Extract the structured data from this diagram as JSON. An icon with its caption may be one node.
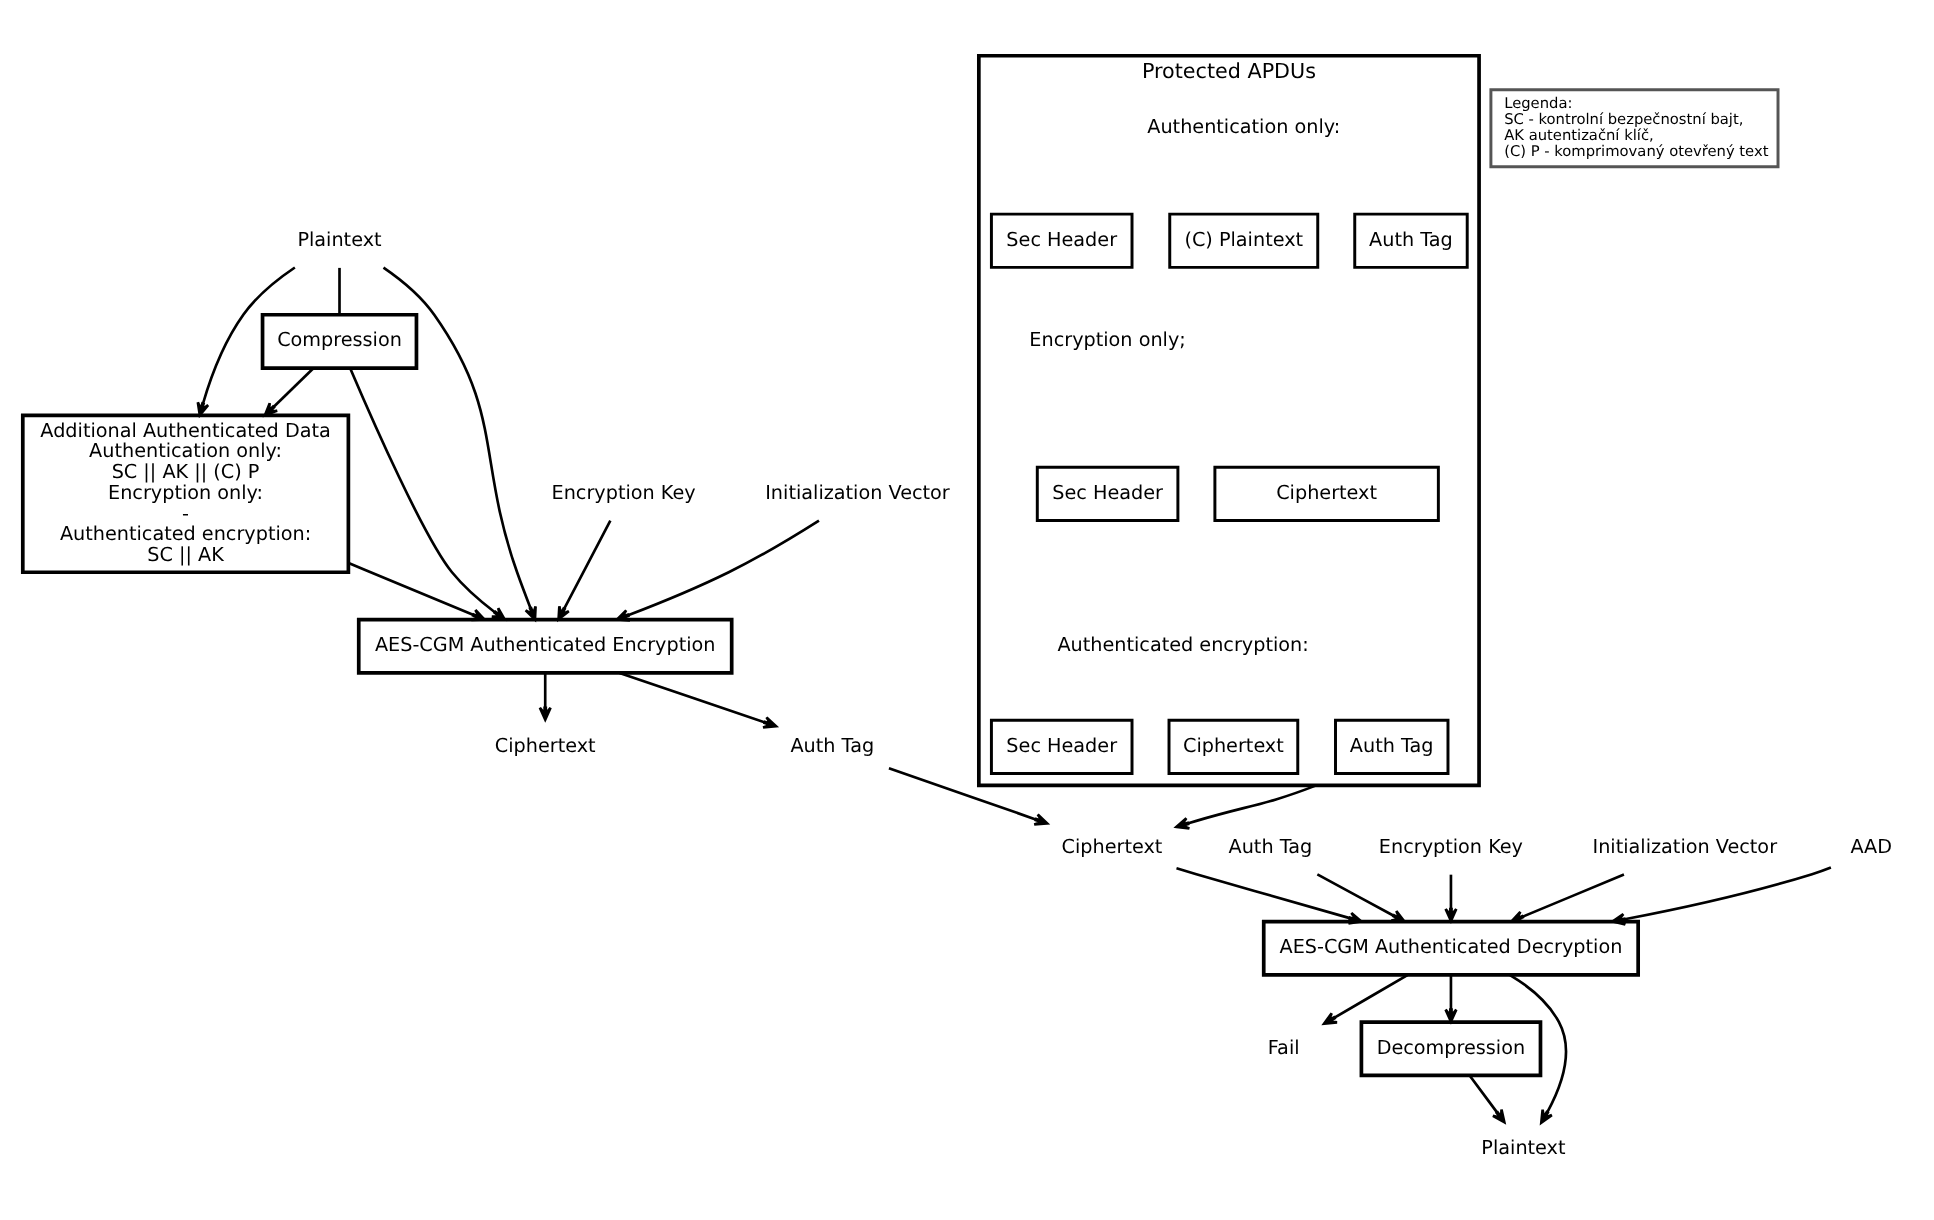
{
  "diagram": {
    "nodes": [
      {
        "text": [
          "Plaintext"
        ]
      },
      {
        "text": [
          "Compression"
        ]
      },
      {
        "text": [
          "Additional Authenticated Data",
          "Authentication only:",
          "SC || AK || (C) P",
          "Encryption only:",
          "-",
          "Authenticated encryption:",
          "SC || AK"
        ]
      },
      {
        "text": [
          "AES-CGM Authenticated Encryption"
        ]
      },
      {
        "text": [
          "Encryption Key"
        ]
      },
      {
        "text": [
          "Initialization Vector"
        ]
      },
      {
        "text": [
          "Ciphertext"
        ]
      },
      {
        "text": [
          "Auth Tag"
        ]
      },
      {
        "text": [
          "Protected APDUs"
        ]
      },
      {
        "text": [
          "Sec Header"
        ],
        "in": 8
      },
      {
        "text": [
          "(C) Plaintext"
        ],
        "in": 8
      },
      {
        "text": [
          "Auth Tag"
        ],
        "in": 8
      },
      {
        "text": [
          "Sec Header"
        ],
        "in": 8
      },
      {
        "text": [
          "Ciphertext"
        ],
        "in": 8
      },
      {
        "text": [
          "Sec Header"
        ],
        "in": 8
      },
      {
        "text": [
          "Ciphertext"
        ],
        "in": 8
      },
      {
        "text": [
          "Auth Tag"
        ],
        "in": 8
      },
      {
        "text": [
          "Ciphertext"
        ]
      },
      {
        "text": [
          "Auth Tag"
        ]
      },
      {
        "text": [
          "AES-CGM Authenticated Decryption"
        ]
      },
      {
        "text": [
          "Encryption Key"
        ]
      },
      {
        "text": [
          "Initialization Vector"
        ]
      },
      {
        "text": [
          "AAD"
        ]
      },
      {
        "text": [
          "Fail"
        ]
      },
      {
        "text": [
          "Decompression"
        ]
      },
      {
        "text": [
          "Plaintext"
        ]
      },
      {
        "text": [
          "Legenda:",
          "SC - kontrolní bezpečnostní bajt,",
          "AK autentizační klíč,",
          "(C) P - komprimovaný otevřený text"
        ]
      }
    ],
    "edges": [
      {
        "from": 0,
        "to": 1,
        "arrow": "none"
      },
      {
        "from": 0,
        "to": 2,
        "arrow": "to"
      },
      {
        "from": 0,
        "to": 3,
        "arrow": "to"
      },
      {
        "from": 1,
        "to": 2,
        "arrow": "to"
      },
      {
        "from": 1,
        "to": 3,
        "arrow": "to"
      },
      {
        "from": 2,
        "to": 3,
        "arrow": "to"
      },
      {
        "from": 4,
        "to": 3,
        "arrow": "to"
      },
      {
        "from": 5,
        "to": 3,
        "arrow": "to"
      },
      {
        "from": 3,
        "to": 6,
        "arrow": "to"
      },
      {
        "from": 3,
        "to": 7,
        "arrow": "to"
      },
      {
        "from": 7,
        "to": 17,
        "arrow": "to"
      },
      {
        "from": 8,
        "to": 17,
        "arrow": "to"
      },
      {
        "from": 17,
        "to": 19,
        "arrow": "to"
      },
      {
        "from": 18,
        "to": 19,
        "arrow": "to"
      },
      {
        "from": 20,
        "to": 19,
        "arrow": "to"
      },
      {
        "from": 21,
        "to": 19,
        "arrow": "to"
      },
      {
        "from": 22,
        "to": 19,
        "arrow": "to"
      },
      {
        "from": 19,
        "to": 23,
        "arrow": "to"
      },
      {
        "from": 19,
        "to": 24,
        "arrow": "to"
      },
      {
        "from": 24,
        "to": 25,
        "arrow": "to"
      },
      {
        "from": 19,
        "to": 25,
        "arrow": "to"
      }
    ],
    "labels": [
      "Authentication only:",
      "Encryption only;",
      "Authenticated encryption:"
    ]
  }
}
